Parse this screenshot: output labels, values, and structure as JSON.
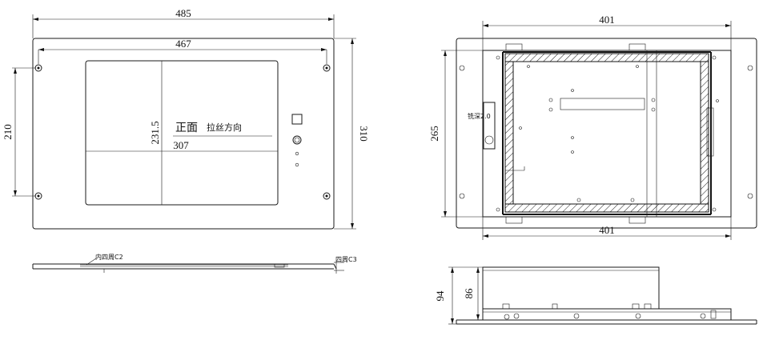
{
  "front_view": {
    "dim_width_outer": "485",
    "dim_width_holes": "467",
    "dim_height_outer": "310",
    "dim_height_holes": "210",
    "dim_window_height": "231.5",
    "dim_window_width": "307",
    "label_face": "正面",
    "label_brush": "拉丝方向"
  },
  "side_view": {
    "label_inner_chamfer": "内四周C2",
    "label_outer_chamfer": "四周C3"
  },
  "back_view": {
    "dim_top": "401",
    "dim_bottom": "401",
    "dim_height": "265",
    "label_milled": "铣深2.0"
  },
  "side_view_right": {
    "dim_total": "94",
    "dim_body": "86"
  }
}
